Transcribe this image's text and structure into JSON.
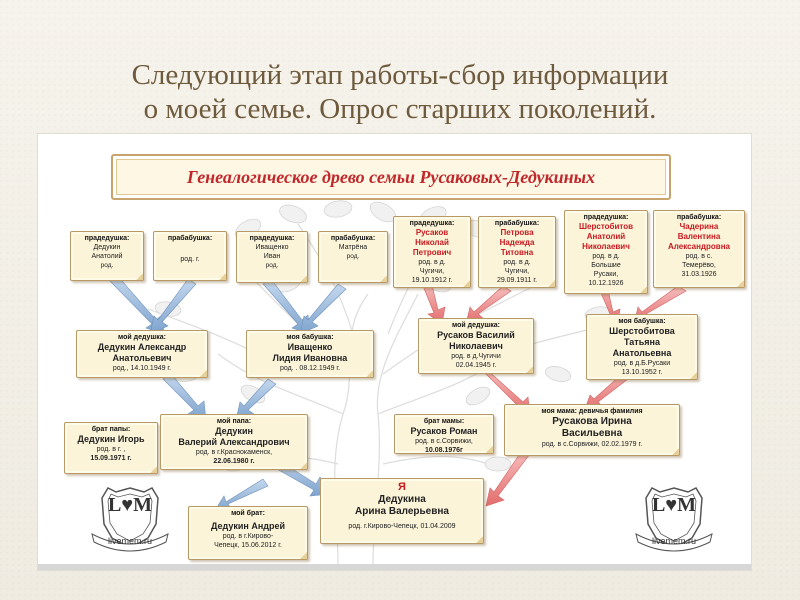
{
  "slide": {
    "title_line1": "Следующий этап работы-сбор информации",
    "title_line2": "о моей семье. Опрос старших поколений."
  },
  "banner": {
    "title": "Генеалогическое древо семьи Русаковых-Дедукиных"
  },
  "great_grandparents": [
    {
      "role": "прадедушка:",
      "name_lines": [
        "Дедукин",
        "Анатолий"
      ],
      "info": [
        "род."
      ]
    },
    {
      "role": "прабабушка:",
      "name_lines": [],
      "info": [
        "род. г."
      ]
    },
    {
      "role": "прадедушка:",
      "name_lines": [
        "Иващенко",
        "Иван"
      ],
      "info": [
        "род."
      ]
    },
    {
      "role": "прабабушка:",
      "name_lines": [
        "Матрёна"
      ],
      "info": [
        "род."
      ]
    },
    {
      "role": "прадедушка:",
      "name_lines": [
        "Русаков",
        "Николай",
        "Петрович"
      ],
      "info": [
        "род. в д.",
        "Чугичи,",
        "19.10.1912 г."
      ]
    },
    {
      "role": "прабабушка:",
      "name_lines": [
        "Петрова",
        "Надежда",
        "Титовна"
      ],
      "info": [
        "род. в д.",
        "Чугичи,",
        "29.09.1911 г."
      ]
    },
    {
      "role": "прадедушка:",
      "name_lines": [
        "Шерстобитов",
        "Анатолий",
        "Николаевич"
      ],
      "info": [
        "род. в д.",
        "Большие",
        "Русаки,",
        "10.12.1926"
      ]
    },
    {
      "role": "прабабушка:",
      "name_lines": [
        "Чадерина",
        "Валентина",
        "Александровна"
      ],
      "info": [
        "род. в с.",
        "Темерёво,",
        "31.03.1926"
      ]
    }
  ],
  "grandparents": [
    {
      "role": "мой дедушка:",
      "name_lines": [
        "Дедукин Александр",
        "Анатольевич"
      ],
      "info": [
        "род., 14.10.1949 г."
      ]
    },
    {
      "role": "моя бабушка:",
      "name_lines": [
        "Иващенко",
        "Лидия Ивановна"
      ],
      "info": [
        "род. . 08.12.1949 г."
      ]
    },
    {
      "role": "мой дедушка:",
      "name_lines": [
        "Русаков Василий",
        "Николаевич"
      ],
      "info": [
        "род. в д.Чугичи",
        "02.04.1945 г."
      ]
    },
    {
      "role": "моя бабушка:",
      "name_lines": [
        "Шерстобитова",
        "Татьяна",
        "Анатольевна"
      ],
      "info": [
        "род. в д.Б.Русаки",
        "13.10.1952 г."
      ]
    }
  ],
  "relatives": {
    "uncle_father": {
      "role": "брат папы:",
      "name_lines": [
        "Дедукин Игорь"
      ],
      "info": [
        "род. в г. ,",
        "15.09.1971 г."
      ]
    },
    "father": {
      "role": "мой папа:",
      "name_lines": [
        "Дедукин",
        "Валерий Александрович"
      ],
      "info": [
        "род. в г.Краснокаменск,",
        "22.06.1980 г."
      ]
    },
    "uncle_mother": {
      "role": "брат мамы:",
      "name_lines": [
        "Русаков Роман"
      ],
      "info": [
        "род. в с.Сорвижи,",
        "10.08.1976г"
      ]
    },
    "mother": {
      "role": "моя мама: девичья фамилия",
      "name_lines": [
        "Русакова Ирина",
        "Васильевна"
      ],
      "info": [
        "род. в с.Сорвижи, 02.02.1979 г."
      ]
    },
    "me": {
      "role": "Я",
      "name_lines": [
        "Дедукина",
        "Арина Валерьевна"
      ],
      "info": [
        "род. г.Кирово-Чепецк, 01.04.2009"
      ]
    },
    "brother": {
      "role": "мой брат:",
      "name_lines": [
        "Дедукин Андрей"
      ],
      "info": [
        "род. в г.Кирово-",
        "Чепецк, 15.06.2012 г."
      ]
    }
  },
  "stamp": {
    "monogram": "L♥M",
    "site": "livemem.ru"
  },
  "colors": {
    "title": "#6e5a3c",
    "banner_text": "#c0282c",
    "arrow_blue": "#8fb1d6",
    "arrow_red": "#ee8d8d",
    "card_bg": "#fbf4d9",
    "card_border": "#b89966",
    "highlight_red": "#c8191f"
  }
}
